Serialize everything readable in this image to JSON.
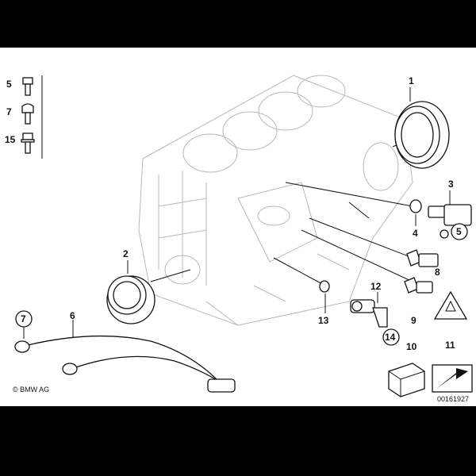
{
  "callouts": {
    "c1": "1",
    "c2": "2",
    "c3": "3",
    "c4": "4",
    "c5": "5",
    "c6": "6",
    "c7": "7",
    "c8": "8",
    "c9": "9",
    "c10": "10",
    "c11": "11",
    "c12": "12",
    "c13": "13",
    "c14": "14",
    "c15": "15",
    "legend5": "5",
    "legend7": "7",
    "legend15": "15",
    "circ5": "5",
    "circ7": "7",
    "circ14": "14"
  },
  "copyright": "© BMW AG",
  "diagram_id": "00161927",
  "icons": {
    "warning": "warning-triangle-icon",
    "arrow": "directional-arrow-icon",
    "copyright": "copyright-icon"
  }
}
